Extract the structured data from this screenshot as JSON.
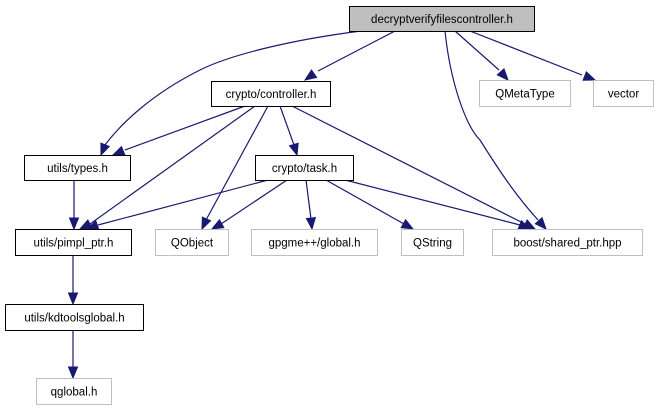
{
  "diagram": {
    "type": "include-dependency-graph",
    "colors": {
      "edge": "#191970",
      "root_fill": "#bfbfbf",
      "root_border": "#000000",
      "local_border": "#000000",
      "external_border": "#bfbfbf",
      "node_fill": "#ffffff"
    },
    "nodes": [
      {
        "id": "root",
        "label": "decryptverifyfilescontroller.h",
        "kind": "root"
      },
      {
        "id": "controller",
        "label": "crypto/controller.h",
        "kind": "local"
      },
      {
        "id": "qmetatype",
        "label": "QMetaType",
        "kind": "external"
      },
      {
        "id": "vector",
        "label": "vector",
        "kind": "external"
      },
      {
        "id": "types",
        "label": "utils/types.h",
        "kind": "local"
      },
      {
        "id": "task",
        "label": "crypto/task.h",
        "kind": "local"
      },
      {
        "id": "pimpl",
        "label": "utils/pimpl_ptr.h",
        "kind": "local"
      },
      {
        "id": "qobject",
        "label": "QObject",
        "kind": "external"
      },
      {
        "id": "gpgme",
        "label": "gpgme++/global.h",
        "kind": "external"
      },
      {
        "id": "qstring",
        "label": "QString",
        "kind": "external"
      },
      {
        "id": "sharedptr",
        "label": "boost/shared_ptr.hpp",
        "kind": "external"
      },
      {
        "id": "kdtools",
        "label": "utils/kdtoolsglobal.h",
        "kind": "local"
      },
      {
        "id": "qglobal",
        "label": "qglobal.h",
        "kind": "external"
      }
    ],
    "edges": [
      {
        "from": "root",
        "to": "controller"
      },
      {
        "from": "root",
        "to": "types"
      },
      {
        "from": "root",
        "to": "qmetatype"
      },
      {
        "from": "root",
        "to": "vector"
      },
      {
        "from": "root",
        "to": "sharedptr"
      },
      {
        "from": "controller",
        "to": "types"
      },
      {
        "from": "controller",
        "to": "pimpl"
      },
      {
        "from": "controller",
        "to": "qobject"
      },
      {
        "from": "controller",
        "to": "task"
      },
      {
        "from": "controller",
        "to": "sharedptr"
      },
      {
        "from": "types",
        "to": "pimpl"
      },
      {
        "from": "task",
        "to": "pimpl"
      },
      {
        "from": "task",
        "to": "qobject"
      },
      {
        "from": "task",
        "to": "gpgme"
      },
      {
        "from": "task",
        "to": "qstring"
      },
      {
        "from": "task",
        "to": "sharedptr"
      },
      {
        "from": "pimpl",
        "to": "kdtools"
      },
      {
        "from": "kdtools",
        "to": "qglobal"
      }
    ]
  }
}
